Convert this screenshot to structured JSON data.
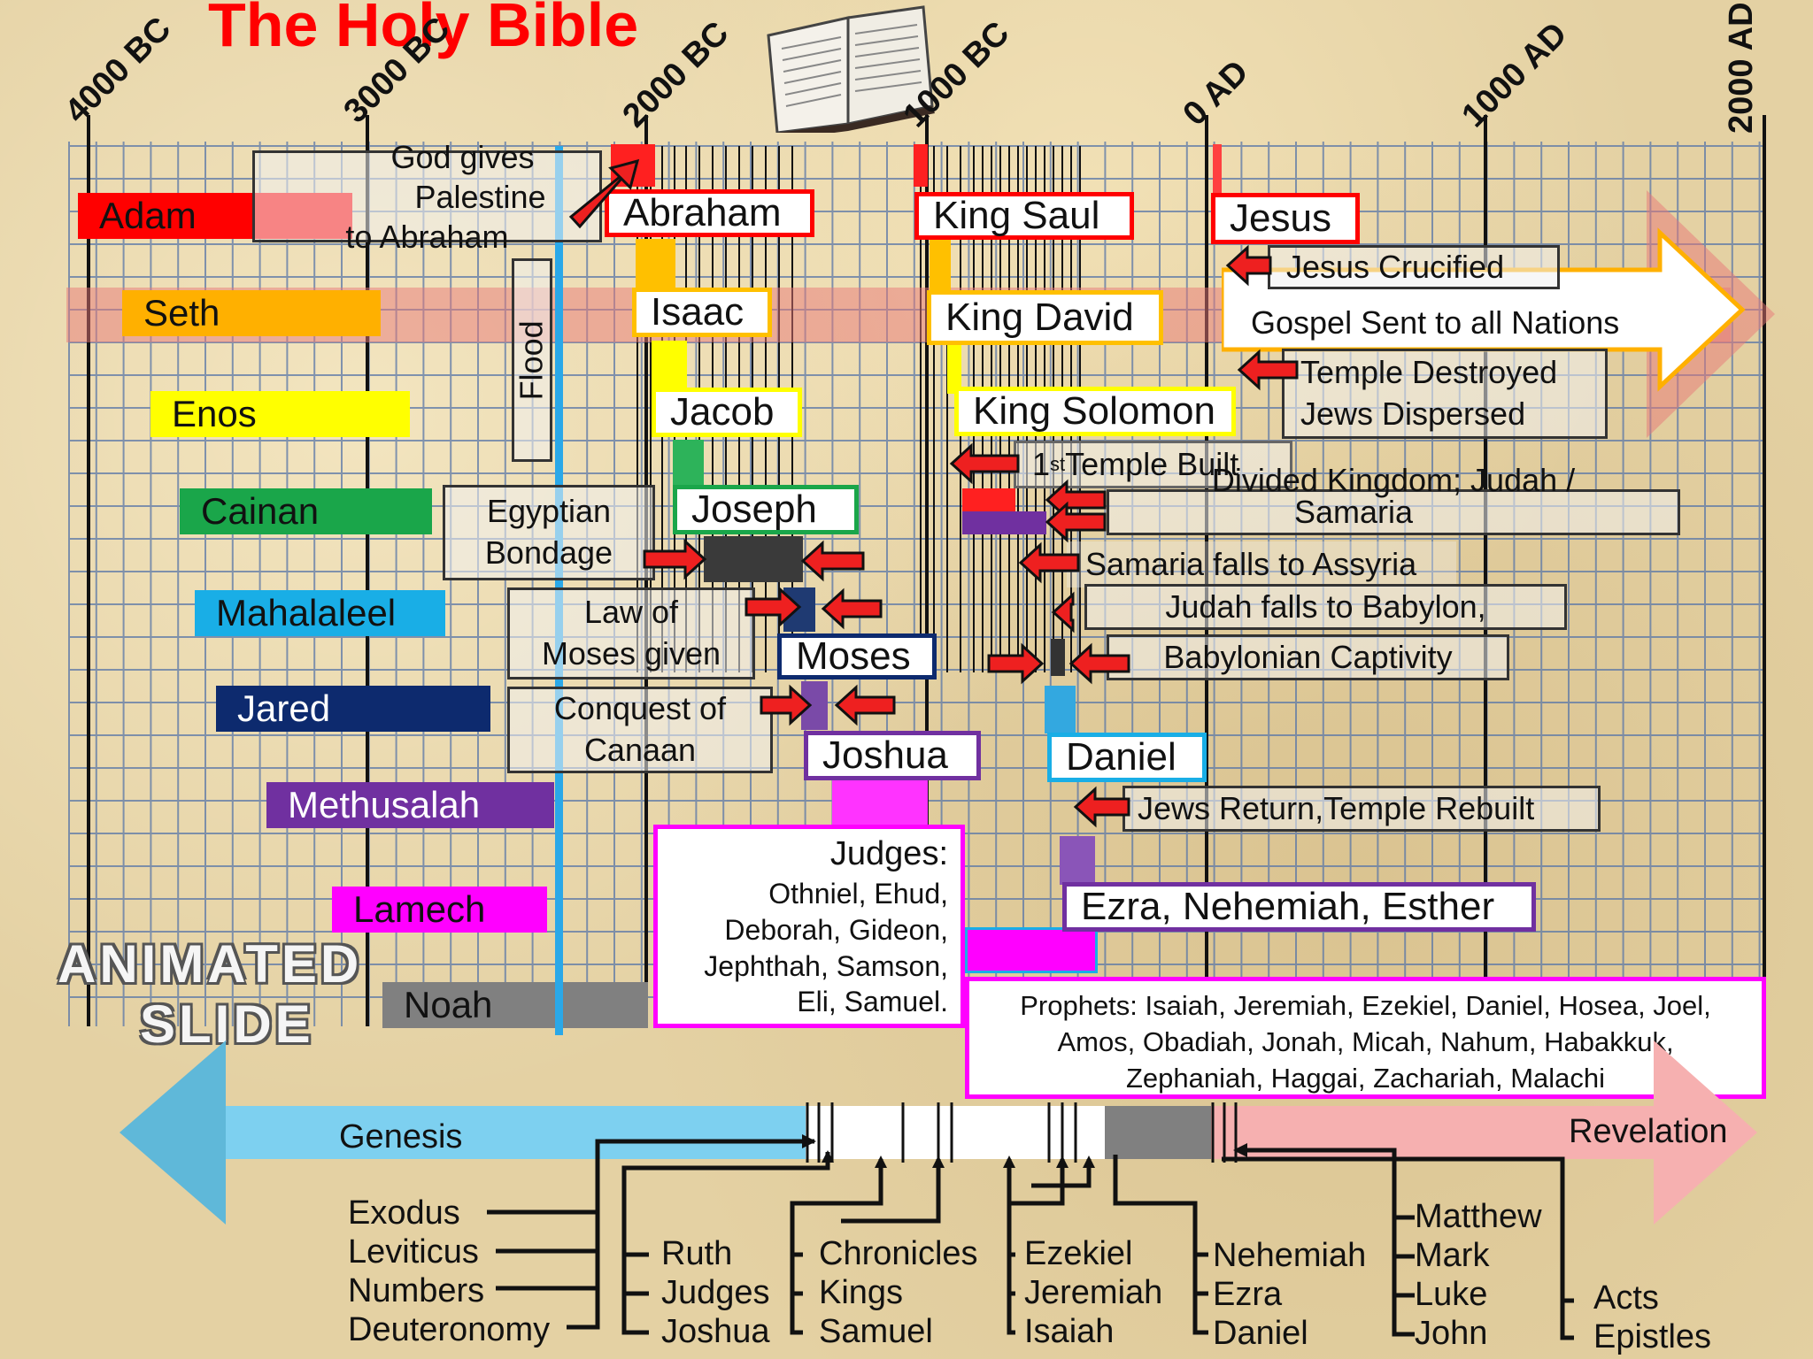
{
  "title": "The Holy Bible",
  "axis_ticks": [
    "4000 BC",
    "3000 BC",
    "2000 BC",
    "1000 BC",
    "0 AD",
    "1000 AD",
    "2000 AD"
  ],
  "patriarchs": [
    {
      "name": "Adam",
      "color": "#ff0000"
    },
    {
      "name": "Seth",
      "color": "#ffb000"
    },
    {
      "name": "Enos",
      "color": "#ffff00"
    },
    {
      "name": "Cainan",
      "color": "#1aa64a"
    },
    {
      "name": "Mahalaleel",
      "color": "#19aee6"
    },
    {
      "name": "Jared",
      "color": "#0d2a6e"
    },
    {
      "name": "Methusalah",
      "color": "#7030a0"
    },
    {
      "name": "Lamech",
      "color": "#ff00ff"
    },
    {
      "name": "Noah",
      "color": "#808080"
    }
  ],
  "figures": [
    {
      "name": "Abraham",
      "color": "#ff0000"
    },
    {
      "name": "Isaac",
      "color": "#ffc000"
    },
    {
      "name": "Jacob",
      "color": "#ffff00"
    },
    {
      "name": "Joseph",
      "color": "#1aa64a"
    },
    {
      "name": "Moses",
      "color": "#0d2a6e"
    },
    {
      "name": "Joshua",
      "color": "#7030a0"
    },
    {
      "name": "King Saul",
      "color": "#ff0000"
    },
    {
      "name": "King David",
      "color": "#ffc000"
    },
    {
      "name": "King Solomon",
      "color": "#ffff00"
    },
    {
      "name": "Daniel",
      "color": "#19aee6"
    },
    {
      "name": "Ezra, Nehemiah, Esther",
      "color": "#7030a0"
    },
    {
      "name": "Jesus",
      "color": "#ff0000"
    },
    {
      "name": "Gospel Sent to all Nations",
      "color": "#ffc000"
    }
  ],
  "events": {
    "god_gives": [
      "God gives",
      "Palestine",
      "to Abraham"
    ],
    "flood": "Flood",
    "egyptian": [
      "Egyptian",
      "Bondage"
    ],
    "law": [
      "Law of",
      "Moses given"
    ],
    "conquest": [
      "Conquest of",
      "Canaan"
    ],
    "temple_built_pre": "1",
    "temple_built_sup": "st",
    "temple_built": " Temple Built",
    "divided": [
      "Divided Kingdom; Judah /",
      "Samaria"
    ],
    "samaria": "Samaria falls to Assyria",
    "judah": "Judah falls to Babylon,",
    "captivity": "Babylonian Captivity",
    "return": "Jews Return,Temple Rebuilt",
    "crucified": "Jesus Crucified",
    "destroyed": [
      "Temple Destroyed",
      "Jews Dispersed"
    ]
  },
  "judges": {
    "heading": "Judges:",
    "lines": [
      "Othniel, Ehud,",
      "Deborah, Gideon,",
      "Jephthah, Samson,",
      "Eli, Samuel."
    ]
  },
  "prophets": {
    "lines": [
      "Prophets: Isaiah, Jeremiah, Ezekiel, Daniel, Hosea, Joel,",
      "Amos, Obadiah, Jonah, Micah, Nahum, Habakkuk,",
      "Zephaniah, Haggai, Zachariah, Malachi"
    ]
  },
  "watermark": [
    "ANIMATED",
    "SLIDE"
  ],
  "bottom": {
    "genesis": "Genesis",
    "revelation": "Revelation",
    "pentateuch": [
      "Exodus",
      "Leviticus",
      "Numbers",
      "Deuteronomy"
    ],
    "history1": [
      "Ruth",
      "Judges",
      "Joshua"
    ],
    "history2": [
      "Chronicles",
      "Kings",
      "Samuel"
    ],
    "prophets": [
      "Ezekiel",
      "Jeremiah",
      "Isaiah"
    ],
    "later": [
      "Nehemiah",
      "Ezra",
      "Daniel"
    ],
    "gospels": [
      "Matthew",
      "Mark",
      "Luke",
      "John"
    ],
    "acts": [
      "Acts",
      "Epistles"
    ]
  }
}
